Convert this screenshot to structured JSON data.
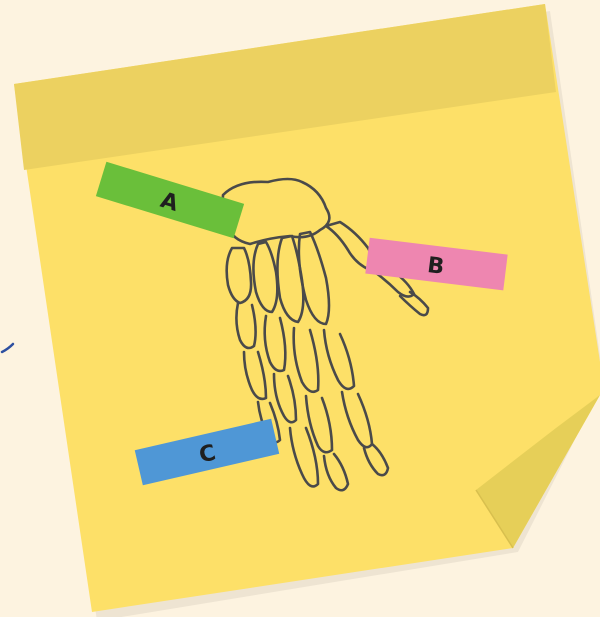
{
  "labels": [
    {
      "id": "A",
      "text": "A",
      "color": "#6abf3a"
    },
    {
      "id": "B",
      "text": "B",
      "color": "#ee86b0"
    },
    {
      "id": "C",
      "text": "C",
      "color": "#4f97d6"
    }
  ],
  "colors": {
    "background": "#fdf3e0",
    "note": "#fde068",
    "note_band": "#ecd160",
    "curl": "#ead35e",
    "sketch": "#4a4a4a",
    "pen_mark": "#2d4fa0"
  }
}
